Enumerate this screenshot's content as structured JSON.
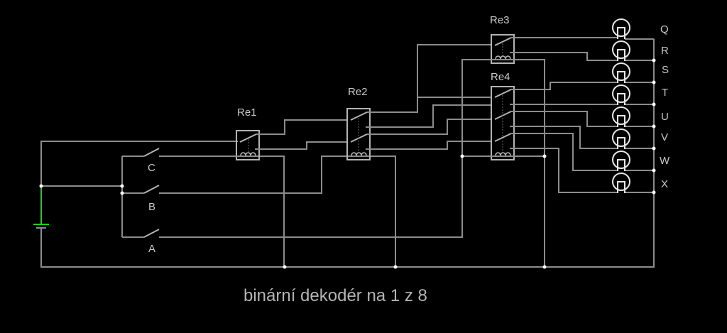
{
  "caption": "binární dekodér na 1 z 8",
  "switches": [
    {
      "label": "C"
    },
    {
      "label": "B"
    },
    {
      "label": "A"
    }
  ],
  "relays": [
    {
      "label": "Re1"
    },
    {
      "label": "Re2"
    },
    {
      "label": "Re3"
    },
    {
      "label": "Re4"
    }
  ],
  "outputs": [
    {
      "label": "Q"
    },
    {
      "label": "R"
    },
    {
      "label": "S"
    },
    {
      "label": "T"
    },
    {
      "label": "U"
    },
    {
      "label": "V"
    },
    {
      "label": "W"
    },
    {
      "label": "X"
    }
  ],
  "colors": {
    "background": "#000000",
    "wire": "#8c8c8c",
    "powered_wire": "#18d318",
    "component": "#b4b4b4",
    "lamp": "#e8e8e8"
  }
}
